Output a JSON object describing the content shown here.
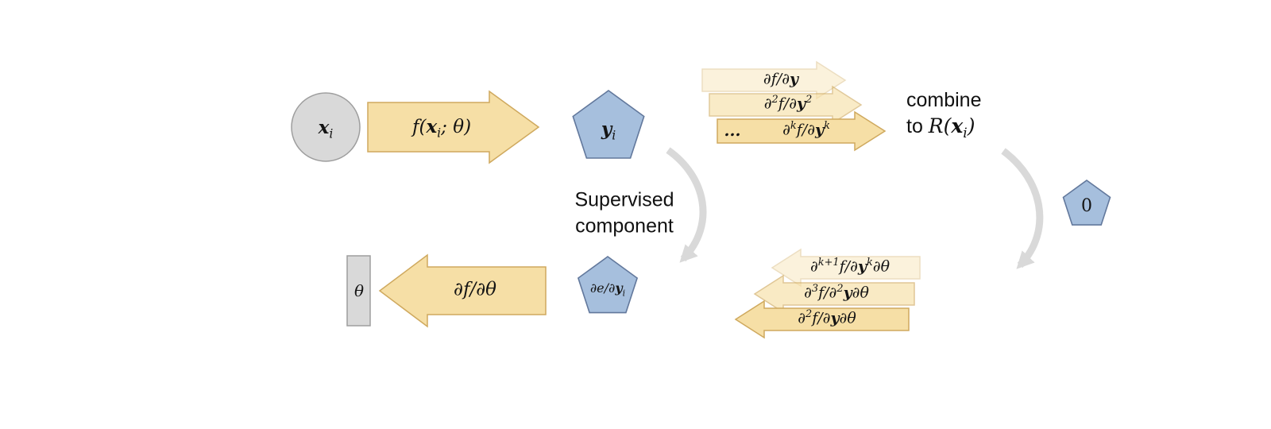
{
  "diagram": {
    "colors": {
      "arrow_fill": "#f6dfa6",
      "arrow_stroke": "#cfa95e",
      "pentagon_fill": "#a6bfdd",
      "pentagon_stroke": "#62789c",
      "gray_fill": "#d9d9d9",
      "gray_stroke": "#9e9e9e",
      "curved_arrow": "#d9d9d9",
      "text": "#141414"
    },
    "nodes": {
      "input": {
        "label_html": "<b>x</b><sub>i</sub>"
      },
      "forward_arrow": {
        "label_html": "f(<b>x</b><sub>i</sub>; θ)"
      },
      "output": {
        "label_html": "<b>y</b><sub>i</sub>"
      },
      "zero": {
        "label": "0"
      },
      "theta": {
        "label": "θ"
      },
      "backward_arrow": {
        "label_html": "∂f/∂θ"
      },
      "error_gradient": {
        "label_html": "∂e/∂<b>y</b><sub>i</sub>"
      }
    },
    "derivative_arrows": [
      {
        "label_html": "∂f/∂<b>y</b>"
      },
      {
        "label_html": "∂<sup>2</sup>f/∂<b>y</b><sup>2</sup>"
      },
      {
        "dots": "...",
        "label_html": "∂<sup>k</sup>f/∂<b>y</b><sup>k</sup>"
      }
    ],
    "mixed_derivative_arrows": [
      {
        "label_html": "∂<sup>k+1</sup>f/∂<b>y</b><sup>k</sup>∂θ"
      },
      {
        "label_html": "∂<sup>3</sup>f/∂<sup>2</sup><b>y</b>∂θ"
      },
      {
        "label_html": "∂<sup>2</sup>f/∂<b>y</b>∂θ"
      }
    ],
    "annotations": {
      "combine": {
        "line1": "combine",
        "line2_prefix": "to ",
        "line2_math_html": "R(<b>x</b><sub>i</sub>)"
      },
      "supervised": {
        "line1": "Supervised",
        "line2": "component"
      }
    }
  }
}
